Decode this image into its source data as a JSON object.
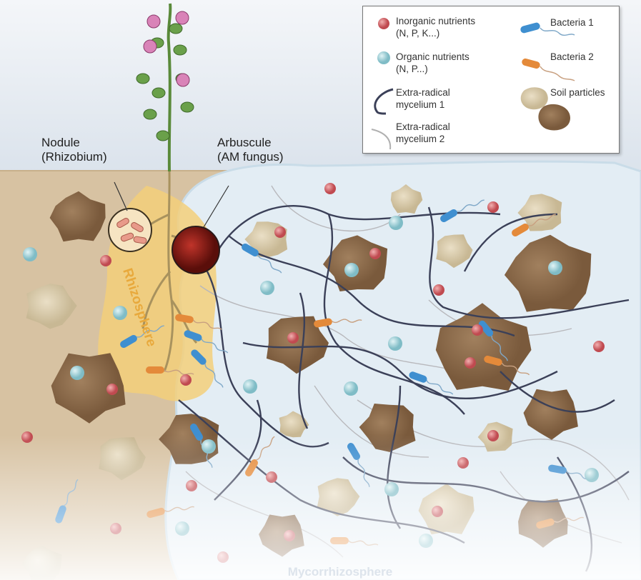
{
  "labels": {
    "nodule": "Nodule",
    "nodule_sub": "(Rhizobium)",
    "arbuscule": "Arbuscule",
    "arbuscule_sub": "(AM fungus)",
    "rhizosphere": "Rhizosphere",
    "mycorrhizosphere": "Mycorrhizosphere"
  },
  "legend": {
    "inorganic": {
      "line1": "Inorganic nutrients",
      "line2": "(N, P, K...)",
      "color": "#c9555a"
    },
    "organic": {
      "line1": "Organic nutrients",
      "line2": "(N, P...)",
      "color": "#8ec9d0"
    },
    "mycelium1": {
      "line1": "Extra-radical",
      "line2": "mycelium 1",
      "color": "#3b4058"
    },
    "mycelium2": {
      "line1": "Extra-radical",
      "line2": "mycelium 2",
      "color": "#b0b0b0"
    },
    "bacteria1": {
      "label": "Bacteria 1",
      "color": "#3f8fd0"
    },
    "bacteria2": {
      "label": "Bacteria 2",
      "color": "#e48a3a"
    },
    "soil": {
      "label": "Soil particles",
      "color_dark": "#8b6a4b",
      "color_light": "#d8cbad"
    }
  },
  "colors": {
    "sky": "#dfe6ee",
    "soil": "#d7c2a2",
    "mycorrhizosphere": "#e3edf4",
    "rhizosphere": "#f3cf7a",
    "arbuscule": "#8a1a14"
  }
}
